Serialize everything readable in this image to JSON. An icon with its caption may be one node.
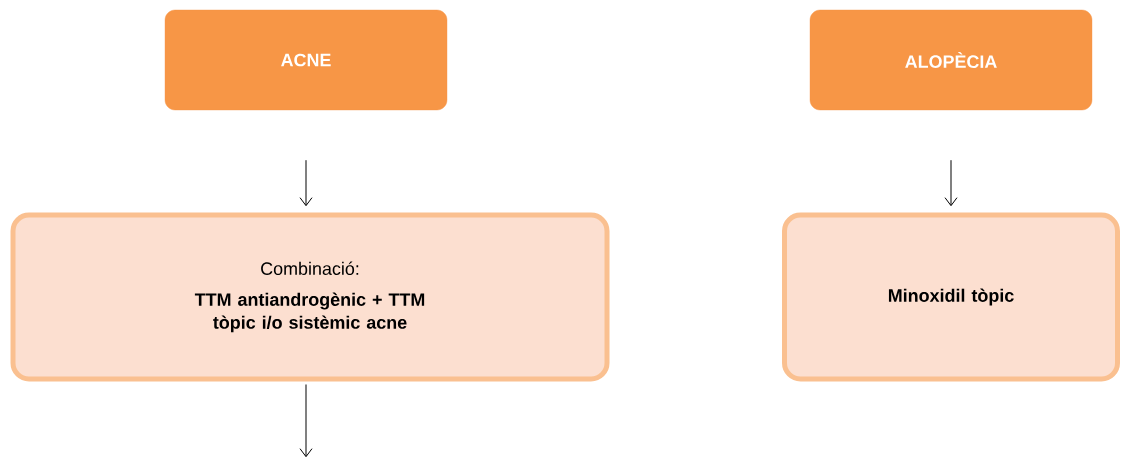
{
  "diagram": {
    "nodes": [
      {
        "text": [
          "ACNE"
        ]
      },
      {
        "text": [
          "ALOPÈCIA"
        ]
      },
      {
        "text": [
          "Combinació:",
          "TTM antiandrogènic + TTM tòpic i/o sistèmic acne"
        ]
      },
      {
        "text": [
          "Minoxidil tòpic"
        ]
      }
    ],
    "edges": [
      {
        "from": 0,
        "to": 2,
        "arrow": "to"
      },
      {
        "from": 1,
        "to": 3,
        "arrow": "to"
      },
      {
        "from": 2,
        "to": null,
        "arrow": "to"
      }
    ]
  }
}
